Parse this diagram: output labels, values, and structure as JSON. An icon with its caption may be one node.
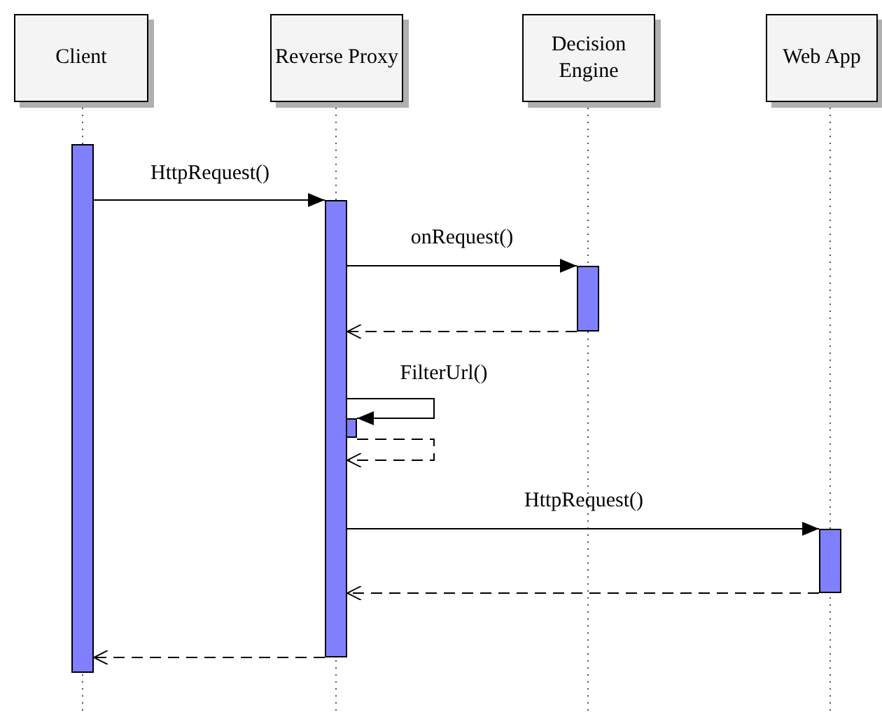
{
  "diagram": {
    "nodes": [
      {
        "text": [
          "Client"
        ]
      },
      {
        "text": [
          "Reverse Proxy"
        ]
      },
      {
        "text": [
          "Decision Engine"
        ]
      },
      {
        "text": [
          "Web App"
        ]
      },
      {
        "text": [],
        "shape": "bar"
      },
      {
        "text": [],
        "shape": "bar"
      },
      {
        "text": [],
        "shape": "bar"
      },
      {
        "text": [],
        "shape": "bar"
      },
      {
        "text": [],
        "shape": "bar"
      }
    ],
    "edges": [
      {
        "from": 4,
        "to": 5,
        "arrow": "to",
        "label": "HttpRequest()"
      },
      {
        "from": 5,
        "to": 6,
        "arrow": "to",
        "label": "onRequest()"
      },
      {
        "from": 6,
        "to": 5,
        "arrow": "to",
        "style": "dashed"
      },
      {
        "from": 5,
        "to": 7,
        "arrow": "to",
        "label": "FilterUrl()"
      },
      {
        "from": 7,
        "to": 5,
        "arrow": "to",
        "style": "dashed"
      },
      {
        "from": 5,
        "to": 8,
        "arrow": "to",
        "label": "HttpRequest()"
      },
      {
        "from": 8,
        "to": 5,
        "arrow": "to",
        "style": "dashed"
      },
      {
        "from": 5,
        "to": 4,
        "arrow": "to",
        "style": "dashed"
      }
    ]
  }
}
